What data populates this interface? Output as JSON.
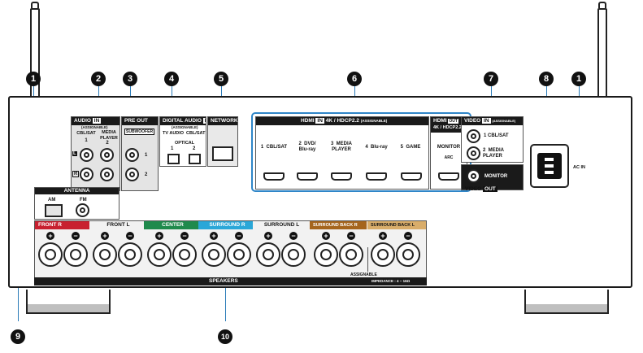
{
  "markers": [
    "1",
    "2",
    "3",
    "4",
    "5",
    "6",
    "7",
    "8",
    "1",
    "9",
    "10"
  ],
  "audio_in": {
    "title": "AUDIO",
    "badge": "IN",
    "sub": "(ASSIGNABLE)",
    "ch1": "CBL/SAT",
    "ch2": "MEDIA\nPLAYER",
    "num1": "1",
    "num2": "2",
    "left": "L",
    "right": "R"
  },
  "pre_out": {
    "title": "PRE OUT",
    "sub": "SUBWOOFER",
    "n1": "1",
    "n2": "2"
  },
  "digital": {
    "title": "DIGITAL AUDIO",
    "badge": "IN",
    "sub": "(ASSIGNABLE)",
    "ch1": "TV AUDIO",
    "ch2": "CBL/SAT",
    "optical": "OPTICAL",
    "n1": "1",
    "n2": "2"
  },
  "network": {
    "title": "NETWORK"
  },
  "hdmi_in": {
    "title": "HDMI",
    "badge": "IN",
    "spec": "4K / HDCP2.2",
    "sub": "(ASSIGNABLE)",
    "inputs": [
      "1  CBL/SAT",
      "2  DVD/\nBlu-ray",
      "3  MEDIA\nPLAYER",
      "4  Blu-ray",
      "5  GAME"
    ]
  },
  "hdmi_out": {
    "title": "HDMI",
    "badge": "OUT",
    "spec": "4K / HDCP2.2",
    "monitor": "MONITOR",
    "arc": "ARC"
  },
  "video_in": {
    "title": "VIDEO",
    "badge": "IN",
    "sub": "(ASSIGNABLE)",
    "ch1": "1  CBL/SAT",
    "ch2": "2  MEDIA\nPLAYER",
    "monitor": "MONITOR",
    "out_title": "VIDEO",
    "out_badge": "OUT"
  },
  "ac_in": {
    "label": "AC IN"
  },
  "antenna": {
    "title": "ANTENNA",
    "am": "AM",
    "fm": "FM"
  },
  "speakers": {
    "title": "SPEAKERS",
    "groups": [
      {
        "label": "FRONT R",
        "color": "#c8202f"
      },
      {
        "label": "FRONT L",
        "color": "#ffffff"
      },
      {
        "label": "CENTER",
        "color": "#1f8a4c"
      },
      {
        "label": "SURROUND R",
        "color": "#2aa7d8"
      },
      {
        "label": "SURROUND L",
        "color": "#ffffff"
      },
      {
        "label": "SURROUND BACK R",
        "color": "#a5651d"
      },
      {
        "label": "SURROUND BACK L",
        "color": "#d9ad6a"
      }
    ],
    "assignable": "ASSIGNABLE",
    "impedance": "IMPEDANCE : 4 ~ 16Ω",
    "plus": "+",
    "minus": "−"
  }
}
